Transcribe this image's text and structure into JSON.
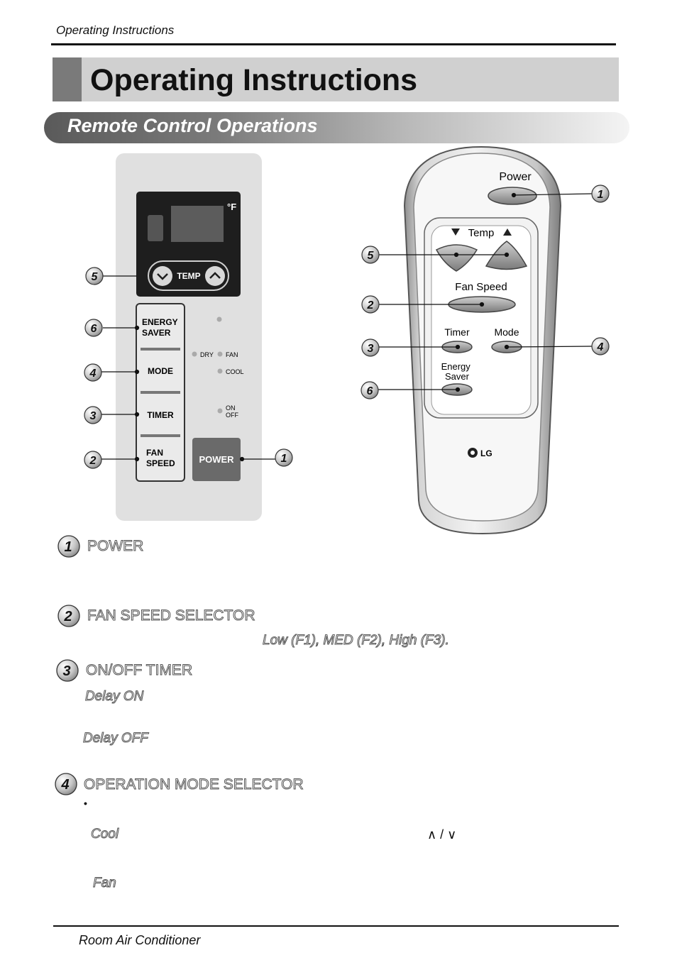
{
  "running_head": "Operating Instructions",
  "page_title": "Operating Instructions",
  "section_title": "Remote Control Operations",
  "control_panel": {
    "unit_label": "°F",
    "temp_label": "TEMP",
    "buttons": {
      "energy_saver": [
        "ENERGY",
        "SAVER"
      ],
      "mode": "MODE",
      "timer": "TIMER",
      "fan_speed": [
        "FAN",
        "SPEED"
      ],
      "power": "POWER"
    },
    "indicators": {
      "dry": "DRY",
      "fan": "FAN",
      "cool": "COOL",
      "on_off": [
        "ON",
        "OFF"
      ]
    },
    "callouts": [
      "5",
      "6",
      "4",
      "3",
      "2",
      "1"
    ]
  },
  "remote": {
    "power": "Power",
    "temp": "Temp",
    "fan_speed": "Fan Speed",
    "timer": "Timer",
    "mode": "Mode",
    "energy_saver": [
      "Energy",
      "Saver"
    ],
    "brand": "LG",
    "callouts": [
      "1",
      "5",
      "2",
      "3",
      "4",
      "6"
    ]
  },
  "items": [
    {
      "num": "1",
      "title": "POWER"
    },
    {
      "num": "2",
      "title": "FAN SPEED SELECTOR",
      "detail": "Low (F1), MED (F2), High (F3)."
    },
    {
      "num": "3",
      "title": "ON/OFF TIMER",
      "delay_on": "Delay ON",
      "delay_off": "Delay OFF"
    },
    {
      "num": "4",
      "title": "OPERATION MODE SELECTOR",
      "bullet": "•",
      "cool": "Cool",
      "arrows": "∧ / ∨",
      "fan": "Fan"
    }
  ],
  "footer": "Room Air Conditioner"
}
